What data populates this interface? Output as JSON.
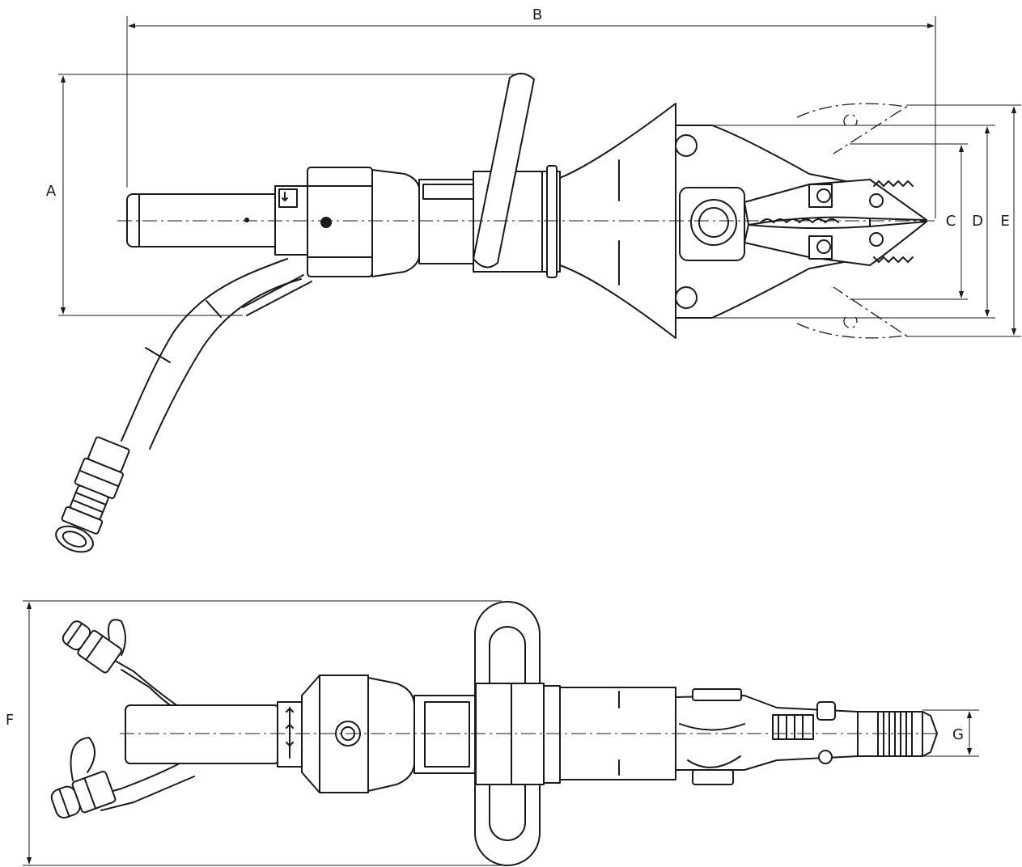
{
  "dimensions": {
    "a": "A",
    "b": "B",
    "c": "C",
    "d": "D",
    "e": "E",
    "f": "F",
    "g": "G"
  },
  "colors": {
    "line": "#1a1a1a",
    "background": "#ffffff"
  }
}
